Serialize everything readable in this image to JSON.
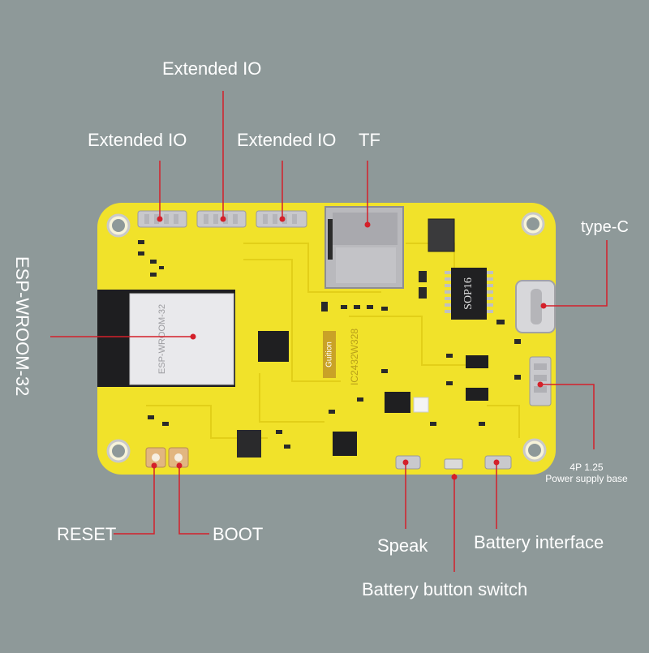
{
  "labels": {
    "extended_io_top": "Extended IO",
    "extended_io_left": "Extended IO",
    "extended_io_right": "Extended IO",
    "tf": "TF",
    "type_c": "type-C",
    "esp_wroom": "ESP-WROOM-32",
    "power_base_line1": "4P 1.25",
    "power_base_line2": "Power supply base",
    "reset": "RESET",
    "boot": "BOOT",
    "speak": "Speak",
    "battery_interface": "Battery interface",
    "battery_button_switch": "Battery button switch"
  },
  "board": {
    "module_label": "ESP-WROOM-32",
    "chip_label": "SOP16",
    "model_label": "IC2432W328",
    "brand_label": "Guition"
  },
  "colors": {
    "background": "#8e9999",
    "pcb": "#f1e22a",
    "leader_line": "#d4202a",
    "label_text": "#ffffff"
  }
}
